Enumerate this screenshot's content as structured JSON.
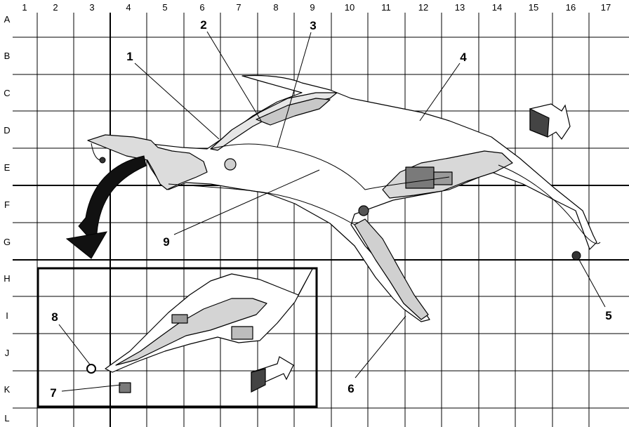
{
  "grid": {
    "columns": [
      "1",
      "2",
      "3",
      "4",
      "5",
      "6",
      "7",
      "8",
      "9",
      "10",
      "11",
      "12",
      "13",
      "14",
      "15",
      "16",
      "17"
    ],
    "rows": [
      "A",
      "B",
      "C",
      "D",
      "E",
      "F",
      "G",
      "H",
      "I",
      "J",
      "K",
      "L"
    ]
  },
  "callouts": [
    "1",
    "2",
    "3",
    "4",
    "5",
    "6",
    "7",
    "8",
    "9"
  ]
}
